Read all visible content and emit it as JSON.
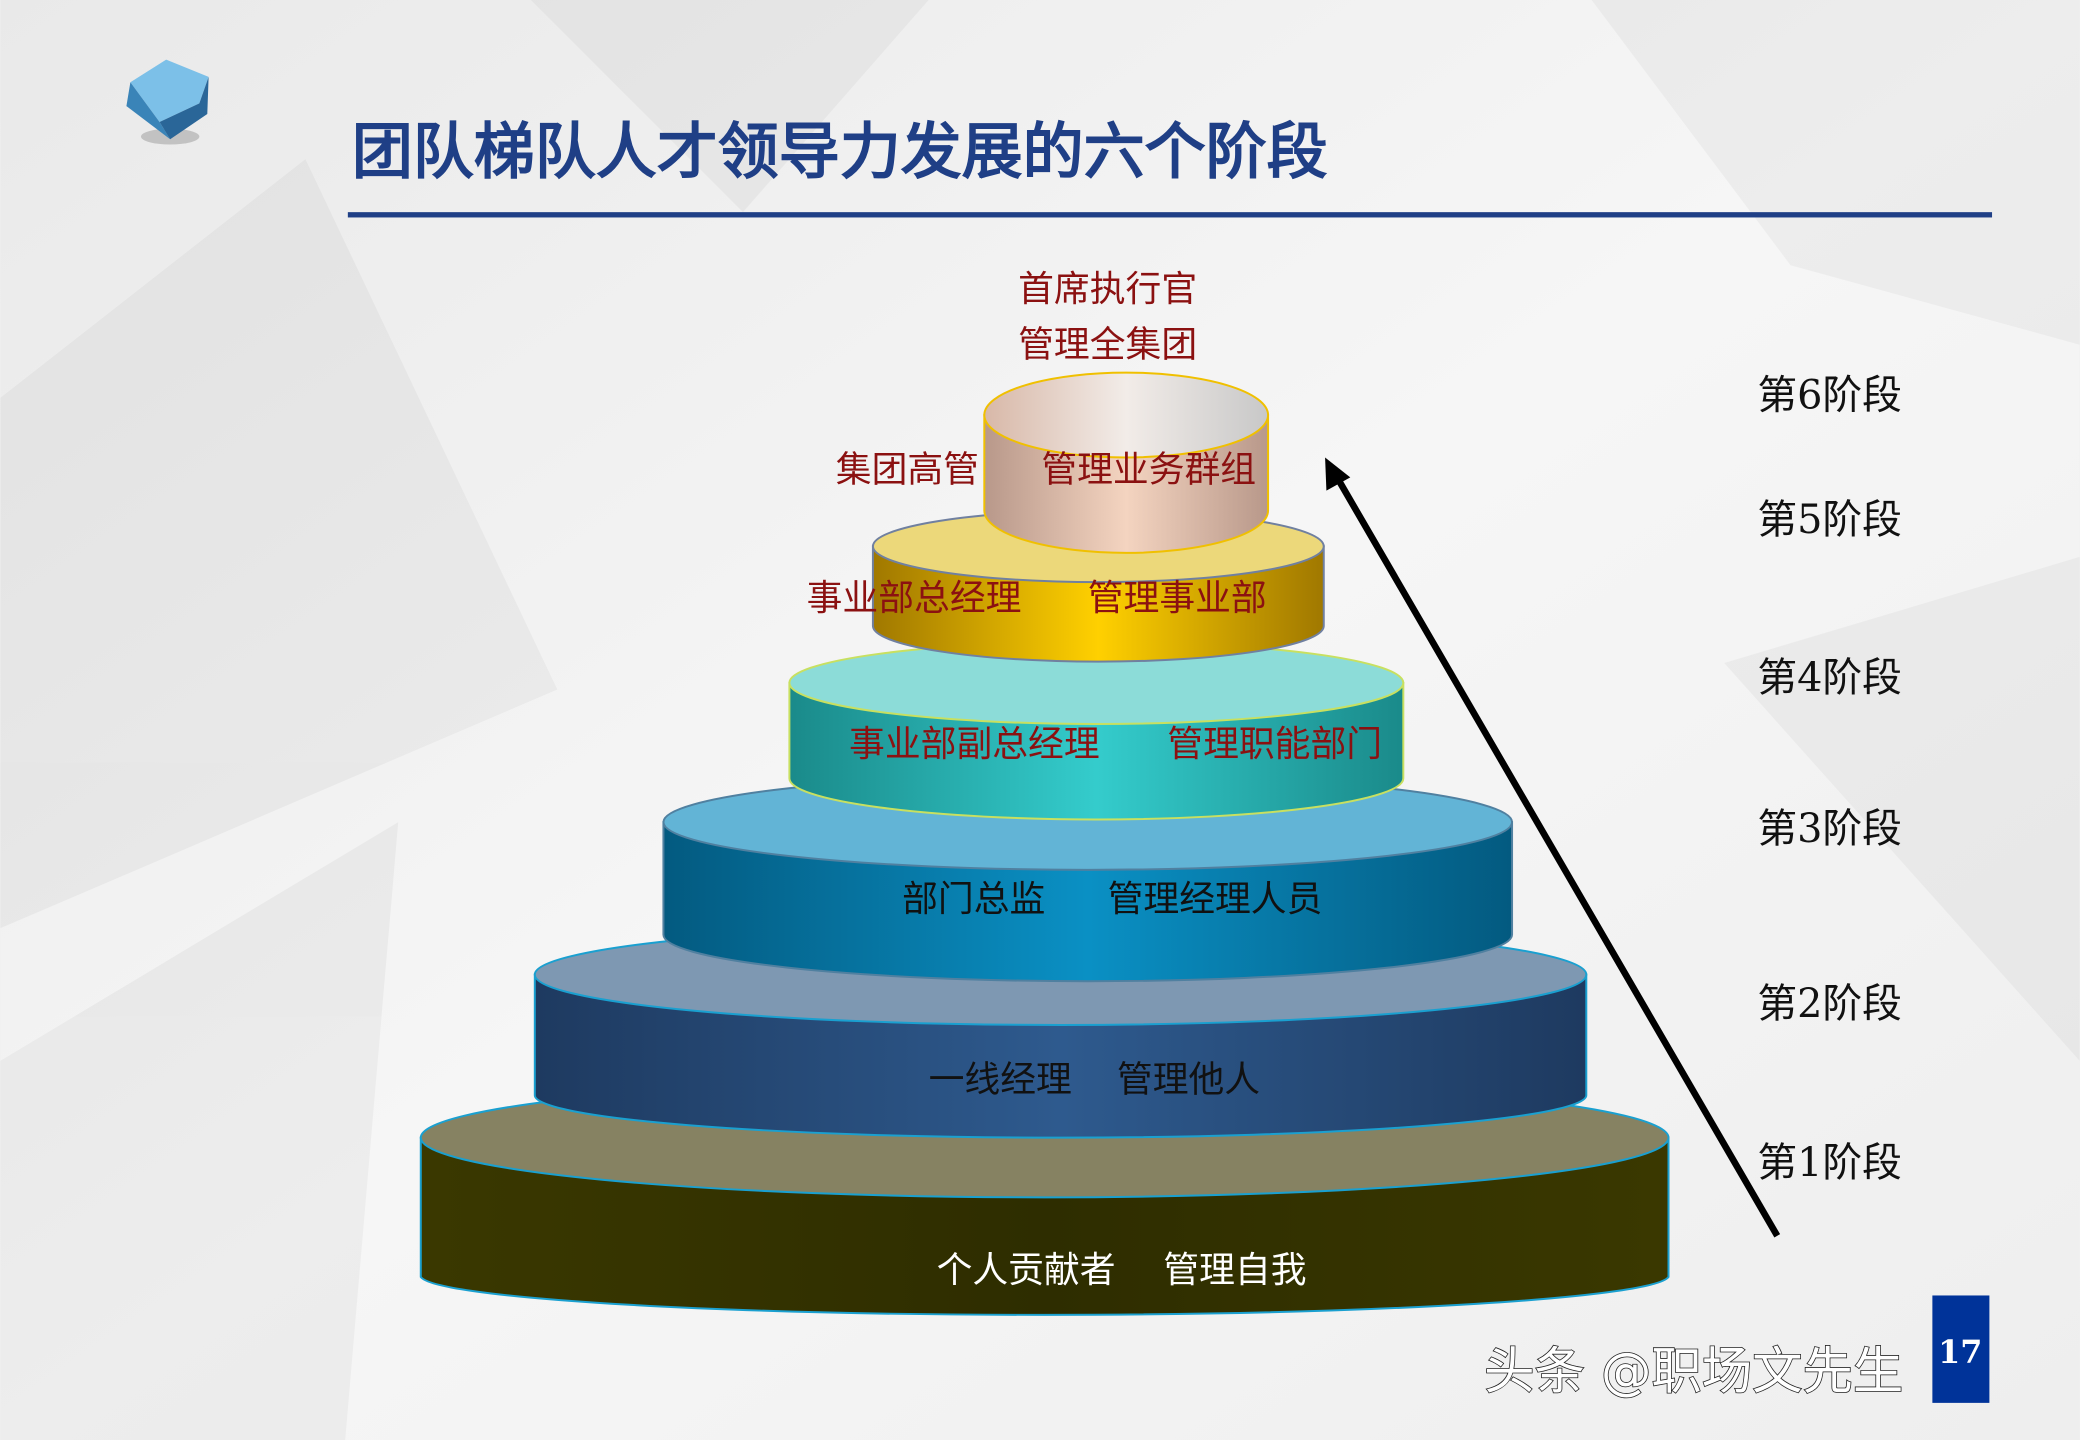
{
  "title": "团队梯队人才领导力发展的六个阶段",
  "top_labels": {
    "line1": "首席执行官",
    "line2": "管理全集团"
  },
  "tiers": [
    {
      "role": "个人贡献者",
      "scope": "管理自我",
      "top_color": "#868262",
      "body_color": "#2e2d00",
      "text_color": "#ffffff"
    },
    {
      "role": "一线经理",
      "scope": "管理他人",
      "top_color": "#7e98b2",
      "body_color": "#2a5080",
      "text_color": "#111111"
    },
    {
      "role": "部门总监",
      "scope": "管理经理人员",
      "top_color": "#62b4d6",
      "body_color": "#0587b8",
      "text_color": "#111111"
    },
    {
      "role": "事业部副总经理",
      "scope": "管理职能部门",
      "top_color": "#8cdcd8",
      "body_color": "#2cbcbc",
      "text_color": "#8b1111"
    },
    {
      "role": "事业部总经理",
      "scope": "管理事业部",
      "top_color": "#ecd87a",
      "body_color": "#d9a800",
      "text_color": "#8b1111"
    },
    {
      "role": "集团高管",
      "scope": "管理业务群组",
      "top_color": "#e6d8d0",
      "body_color": "#e8bca6",
      "text_color": "#8b1111"
    }
  ],
  "stages": [
    "第1阶段",
    "第2阶段",
    "第3阶段",
    "第4阶段",
    "第5阶段",
    "第6阶段"
  ],
  "page_number": "17",
  "watermark": "头条 @职场文先生",
  "colors": {
    "title": "#1f3f86",
    "rule": "#1f3f86",
    "page_box": "#003399",
    "arrow": "#000000"
  }
}
